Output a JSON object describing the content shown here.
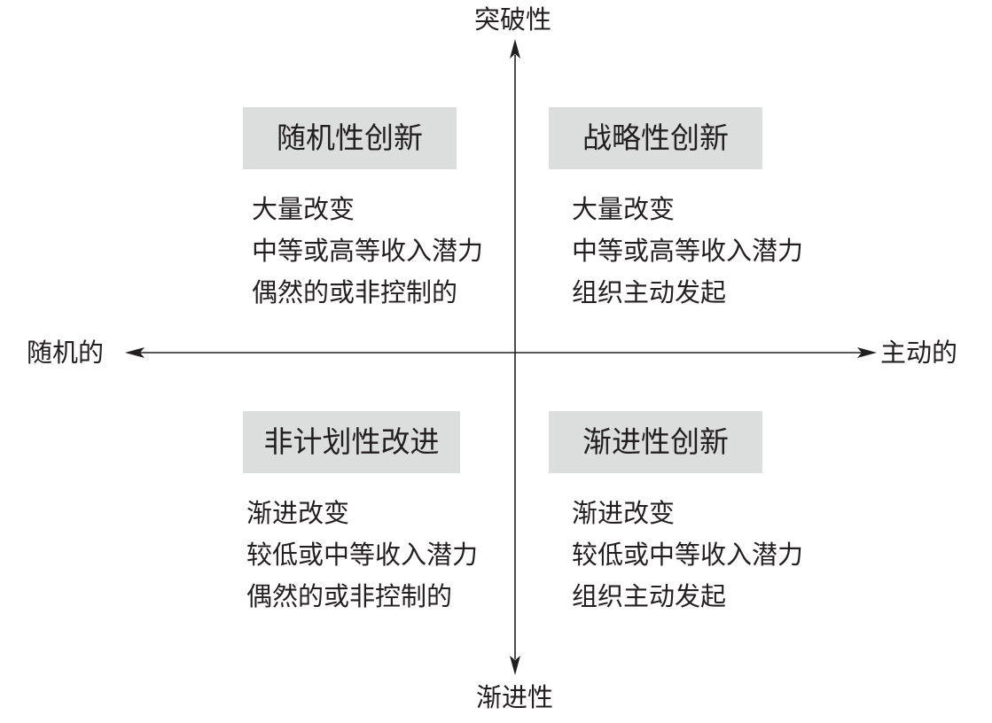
{
  "axes": {
    "top": "突破性",
    "bottom": "渐进性",
    "left": "随机的",
    "right": "主动的"
  },
  "quadrants": {
    "top_left": {
      "title": "随机性创新",
      "lines": [
        "大量改变",
        "中等或高等收入潜力",
        "偶然的或非控制的"
      ]
    },
    "top_right": {
      "title": "战略性创新",
      "lines": [
        "大量改变",
        "中等或高等收入潜力",
        "组织主动发起"
      ]
    },
    "bottom_left": {
      "title": "非计划性改进",
      "lines": [
        "渐进改变",
        "较低或中等收入潜力",
        "偶然的或非控制的"
      ]
    },
    "bottom_right": {
      "title": "渐进性创新",
      "lines": [
        "渐进改变",
        "较低或中等收入潜力",
        "组织主动发起"
      ]
    }
  },
  "colors": {
    "title_background": "#dcdddd",
    "text": "#231f20",
    "axis": "#231f20"
  }
}
